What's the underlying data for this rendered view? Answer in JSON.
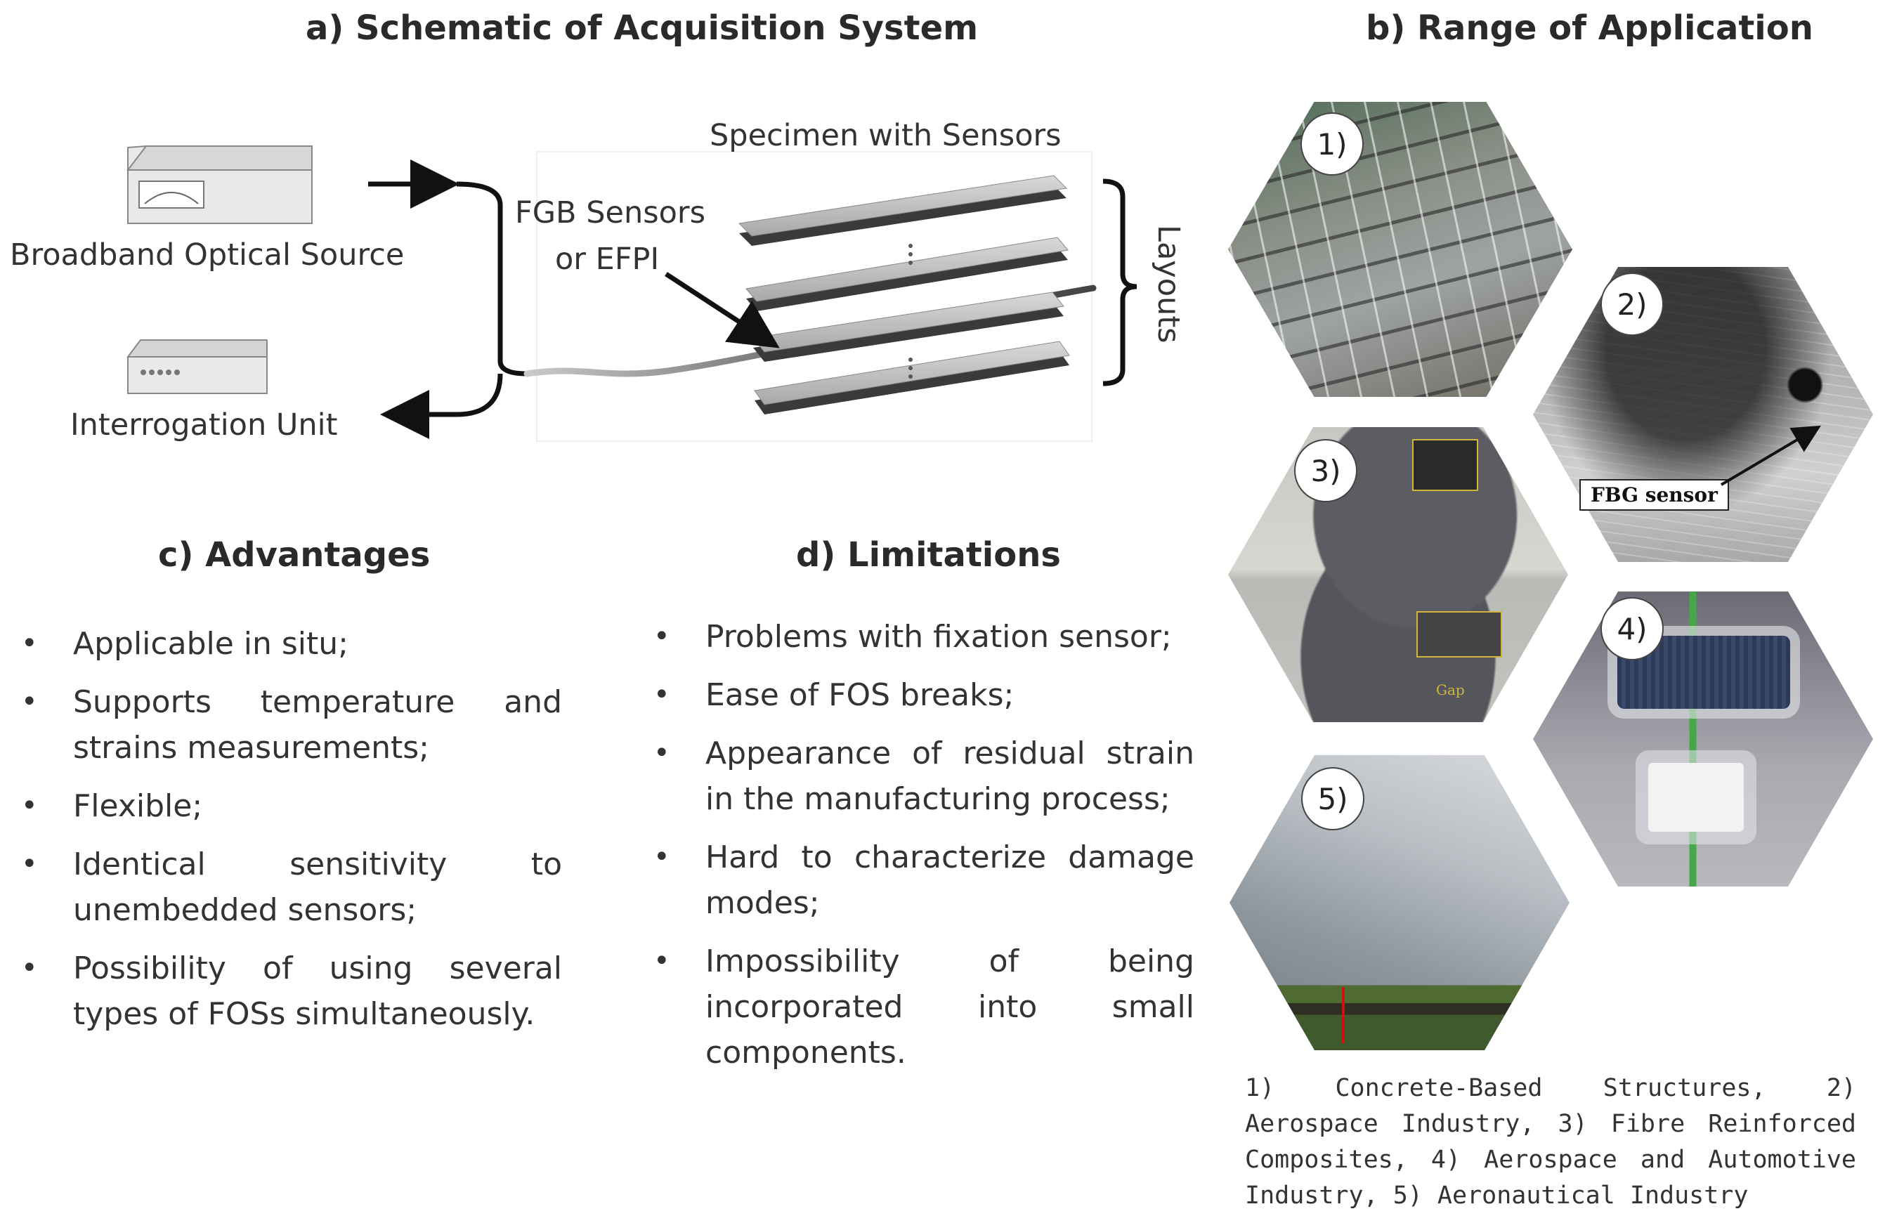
{
  "panel_a": {
    "title": "a) Schematic of Acquisition System",
    "source_label": "Broadband Optical Source",
    "interrogation_label": "Interrogation Unit",
    "specimen_label": "Specimen with Sensors",
    "sensor_label_line1": "FGB Sensors",
    "sensor_label_line2": "or EFPI",
    "layouts_label": "Layouts"
  },
  "panel_b": {
    "title": "b) Range of Application",
    "hex_numbers": [
      "1)",
      "2)",
      "3)",
      "4)",
      "5)"
    ],
    "fbg_tag": "FBG sensor",
    "gap_tag": "Gap",
    "caption": "1) Concrete-Based Structures, 2) Aerospace Industry, 3) Fibre Reinforced Composites, 4) Aerospace and Automotive Industry, 5) Aeronautical Industry"
  },
  "panel_c": {
    "title": "c) Advantages",
    "items": [
      "Applicable in situ;",
      "Supports temperature and strains measurements;",
      "Flexible;",
      "Identical sensitivity to unembedded sensors;",
      "Possibility of using several types of FOSs simultaneously."
    ]
  },
  "panel_d": {
    "title": "d) Limitations",
    "items": [
      "Problems with fixation sensor;",
      "Ease of FOS breaks;",
      "Appearance of residual strain in the manufacturing process;",
      "Hard to characterize damage modes;",
      "Impossibility of being incorporated into small components."
    ]
  }
}
